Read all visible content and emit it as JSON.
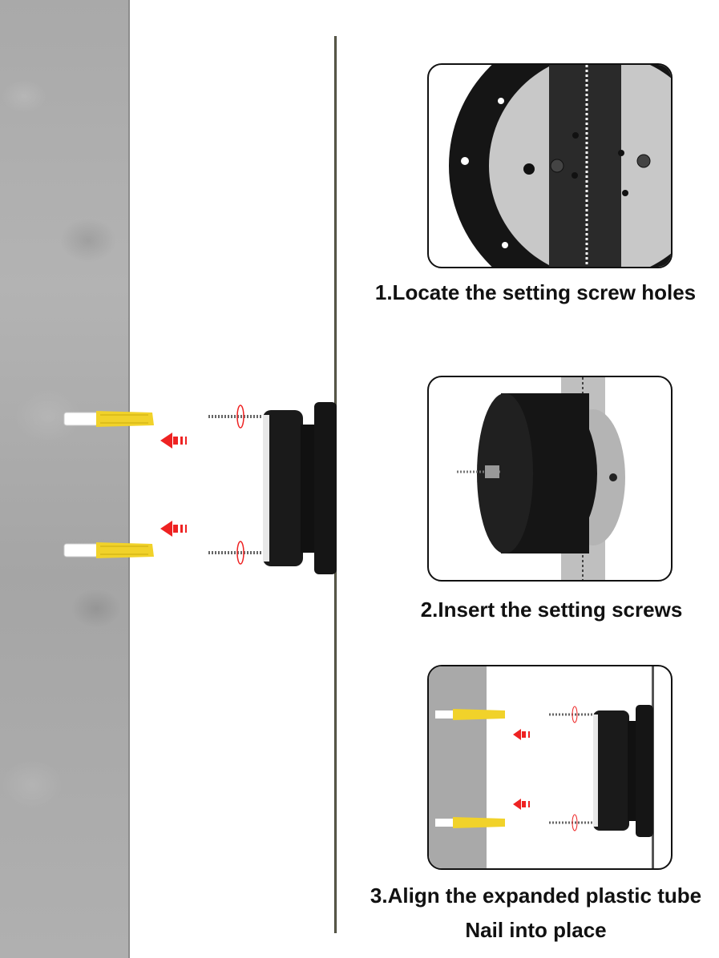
{
  "steps": [
    {
      "label": "1.Locate the setting screw holes"
    },
    {
      "label": "2.Insert the setting screws"
    },
    {
      "label": "3.Align the expanded plastic tube",
      "label2": "Nail into place"
    }
  ],
  "colors": {
    "plug": "#f1d22a",
    "arrow": "#e22",
    "mount": "#151515",
    "wall": "#aaaaaa"
  }
}
